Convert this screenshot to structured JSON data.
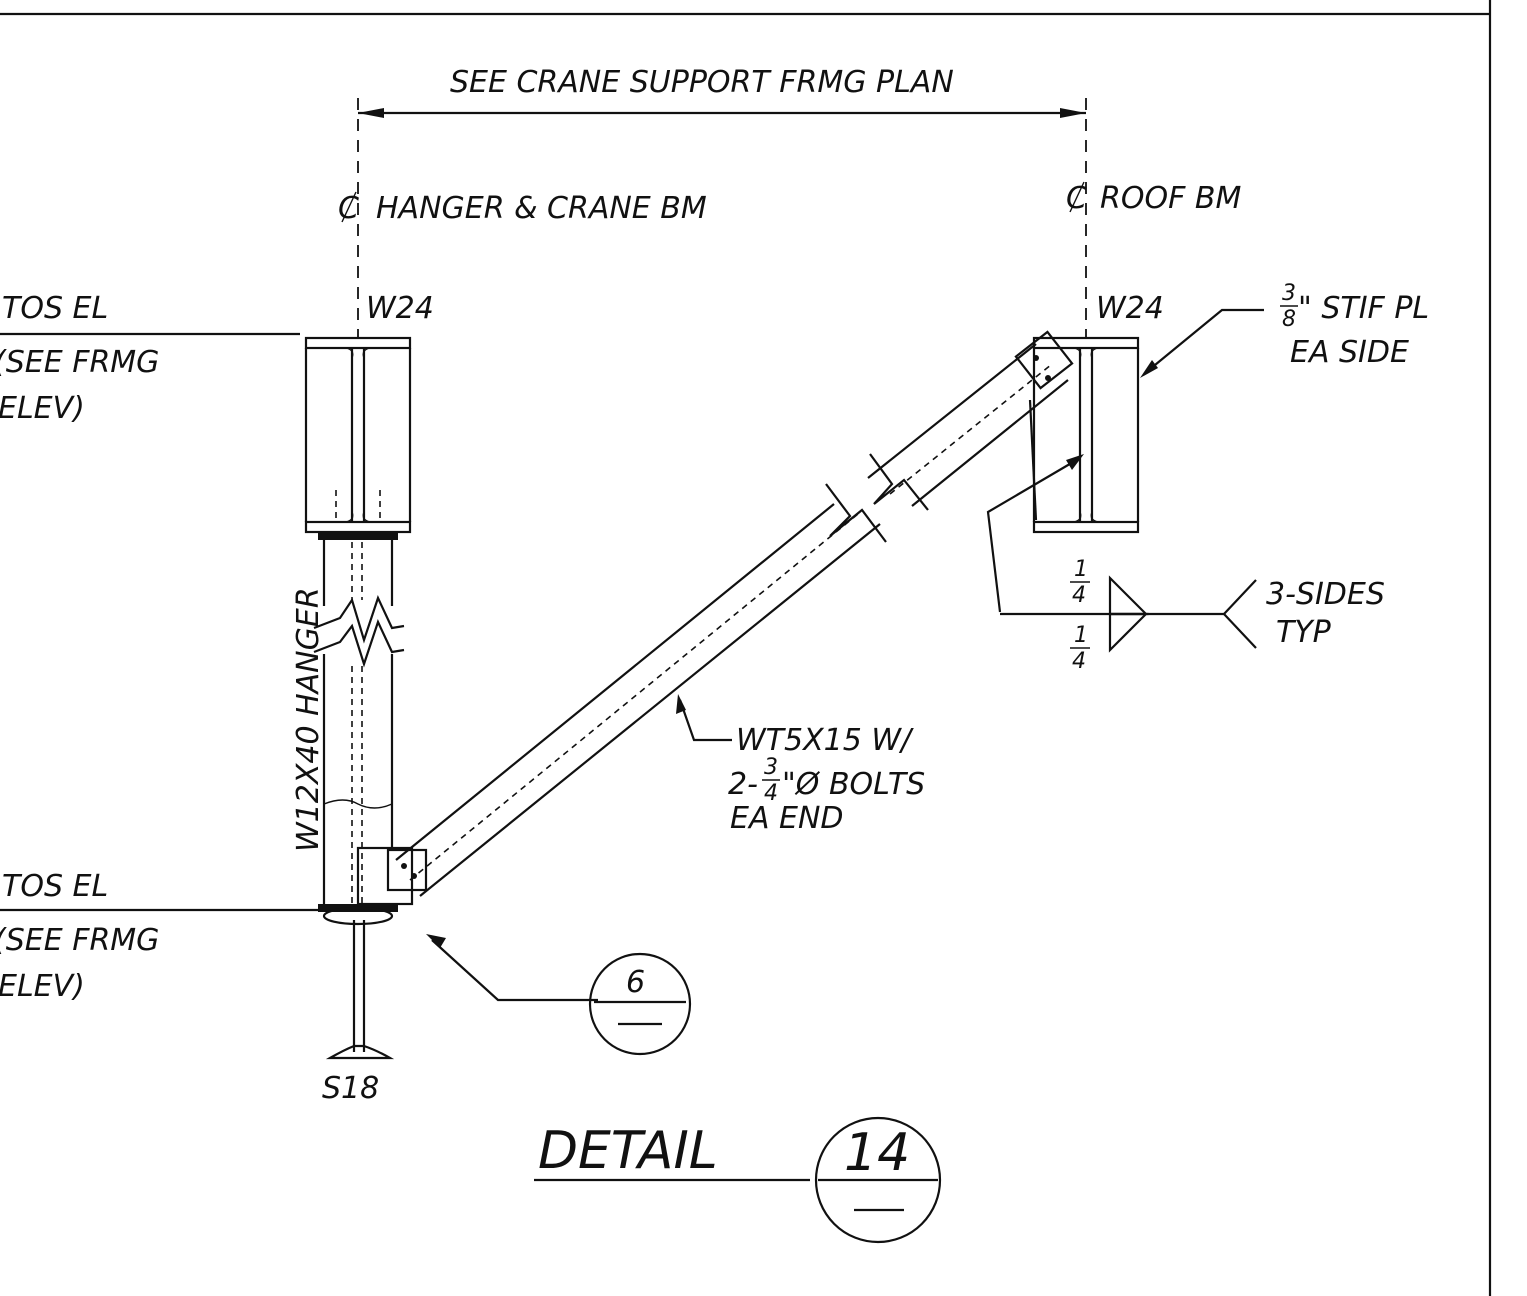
{
  "labels": {
    "dimension": "SEE CRANE SUPPORT FRMG PLAN",
    "cl_left": "HANGER & CRANE BM",
    "cl_right": "ROOF BM",
    "tos_upper": "TOS EL",
    "see_frmg_upper": "(SEE FRMG",
    "elev_upper": "ELEV)",
    "tos_lower": "TOS EL",
    "see_frmg_lower": "(SEE FRMG",
    "elev_lower": "ELEV)",
    "beam_left": "W24",
    "beam_right": "W24",
    "stiffener_num": "3",
    "stiffener_den": "8",
    "stiffener_line1": "\" STIF PL",
    "stiffener_line2": "EA SIDE",
    "hanger": "W12X40 HANGER",
    "brace_line1": "WT5X15 W/",
    "brace_line2_pre": "2-",
    "brace_num": "3",
    "brace_den": "4",
    "brace_line2_post": "\"Ø BOLTS",
    "brace_line3": "EA END",
    "weld_top_num": "1",
    "weld_top_den": "4",
    "weld_bot_num": "1",
    "weld_bot_den": "4",
    "weld_note1": "3-SIDES",
    "weld_note2": "TYP",
    "bottom_beam": "S18",
    "detail_ref": "6",
    "detail_title": "DETAIL",
    "detail_number": "14"
  }
}
